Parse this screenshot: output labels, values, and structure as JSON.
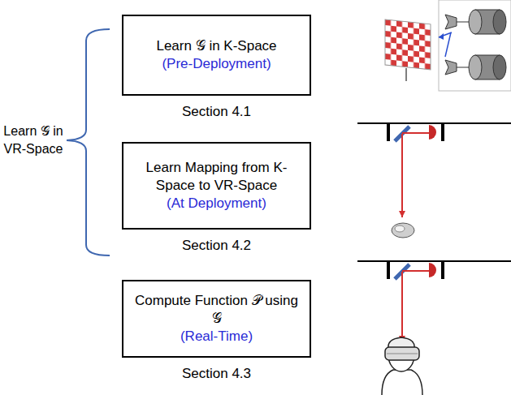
{
  "diagram": {
    "nodes": [
      {
        "text": [
          "Learn 𝒢 in K-Space",
          "(Pre-Deployment)",
          "Section 4.1"
        ]
      },
      {
        "text": [
          "Learn Mapping from K-Space to VR-Space",
          "(At Deployment)",
          "Section 4.2"
        ]
      },
      {
        "text": [
          "Compute Function 𝒫 using 𝒢",
          "(Real-Time)",
          "Section 4.3"
        ]
      }
    ],
    "labels": [
      "Learn 𝒢 in VR-Space"
    ]
  }
}
